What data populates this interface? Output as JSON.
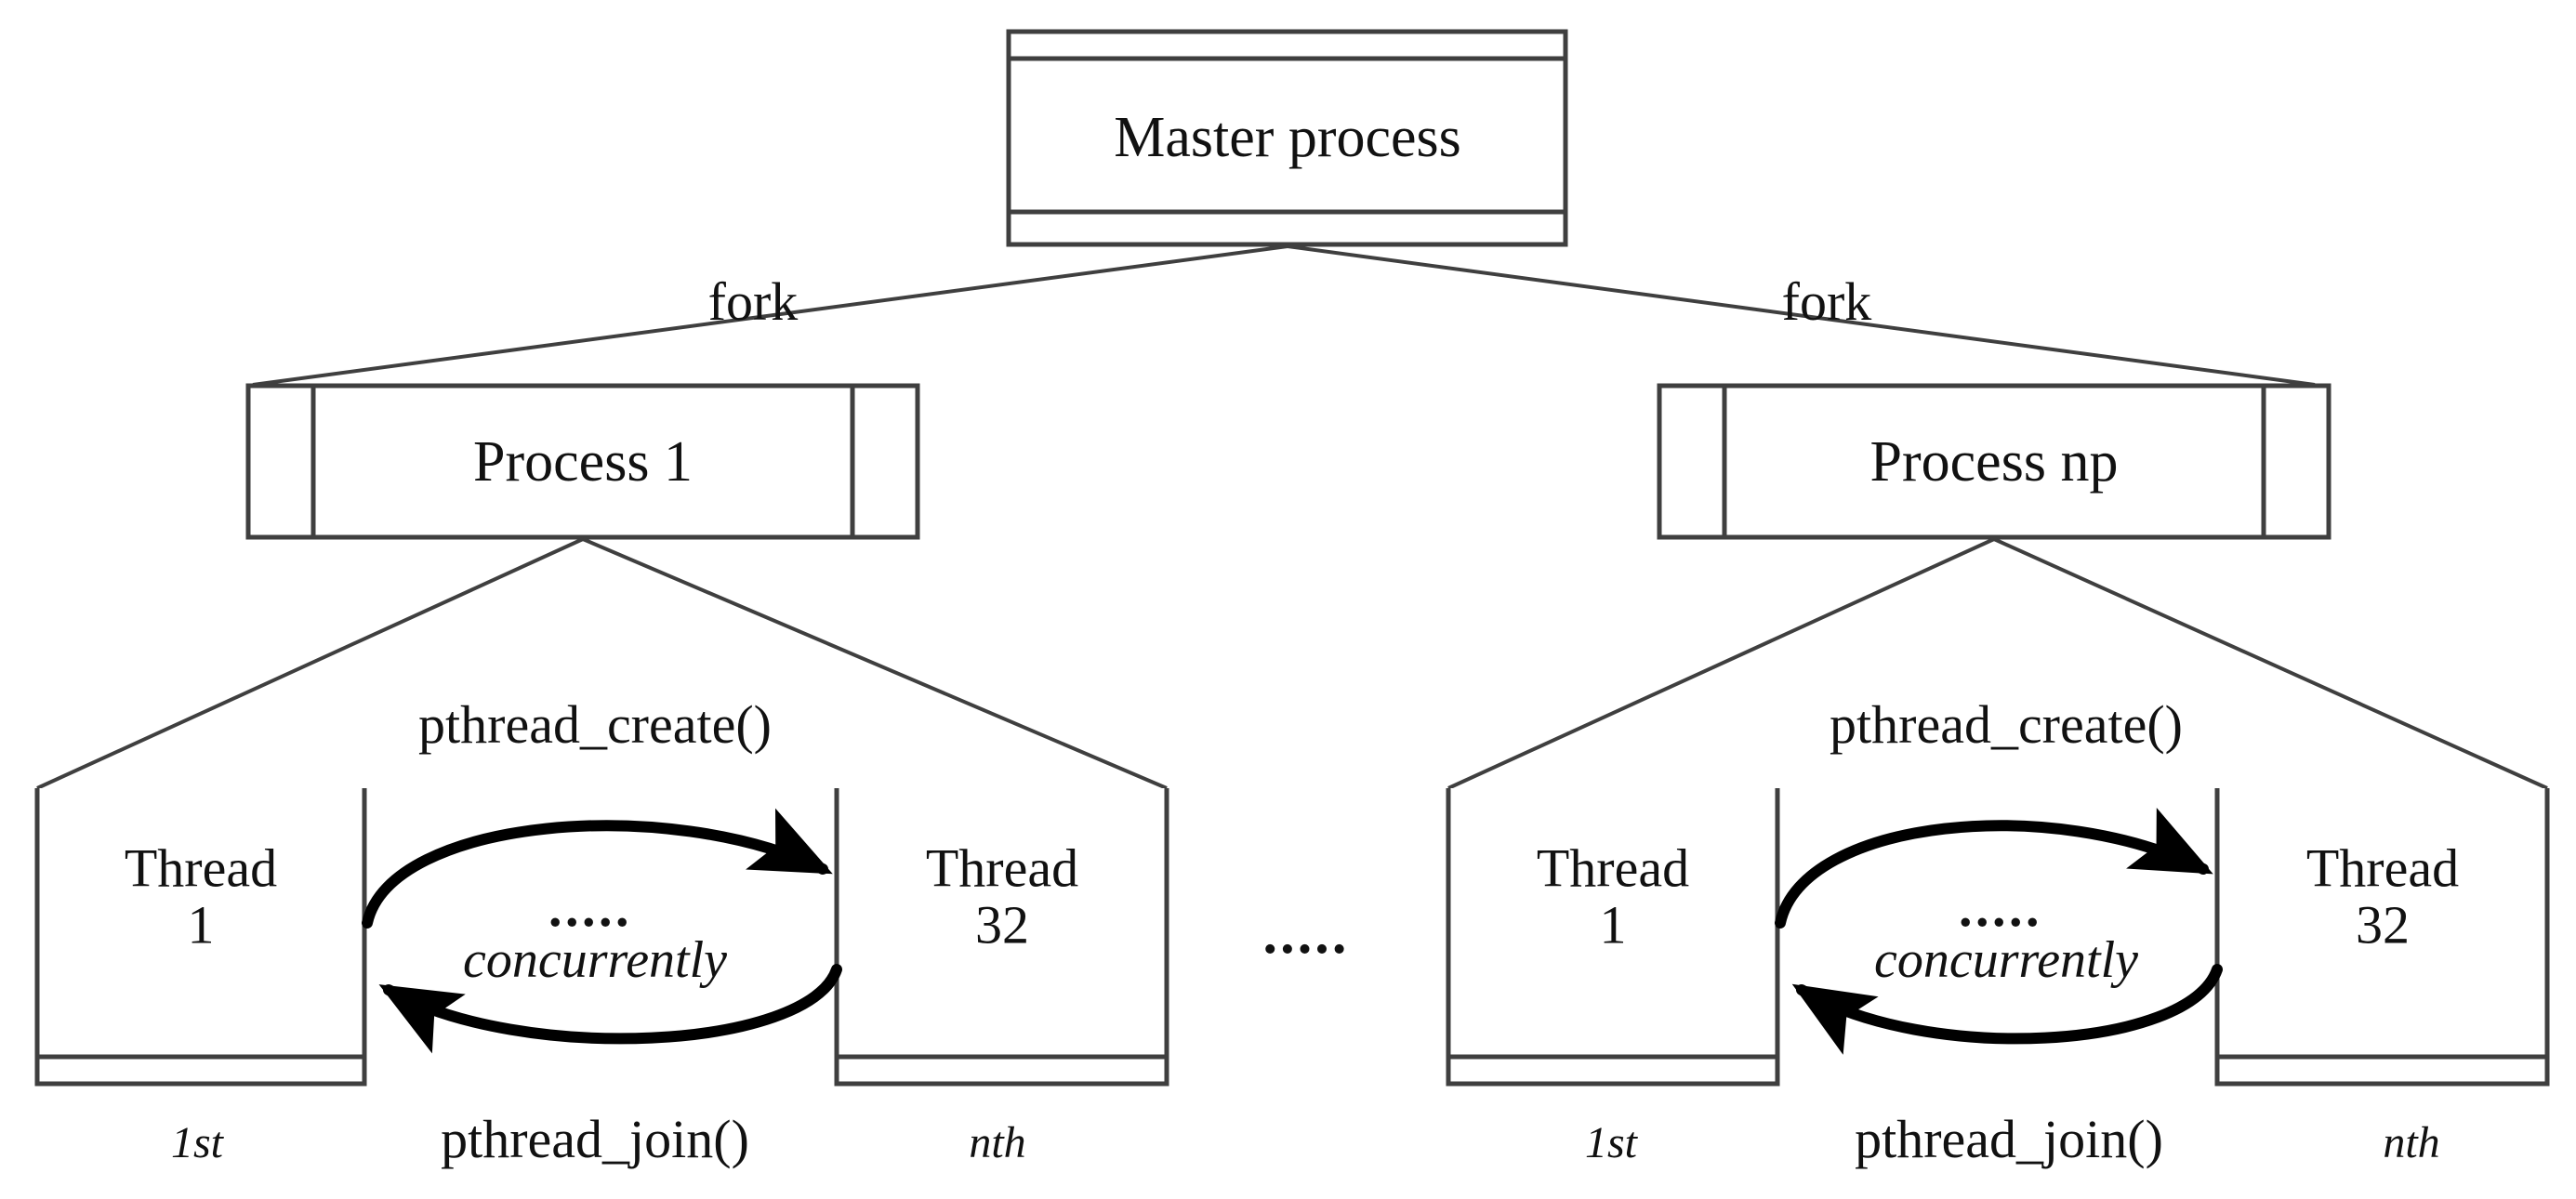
{
  "diagram": {
    "title": "Master process fork / pthread hierarchy",
    "colors": {
      "stroke": "#3f3f3f",
      "thick_stroke": "#000000",
      "text": "#111111",
      "background": "#ffffff"
    },
    "master": {
      "label": "Master process"
    },
    "fork_edges": [
      {
        "label": "fork"
      },
      {
        "label": "fork"
      }
    ],
    "processes": [
      {
        "label": "Process 1",
        "create_label": "pthread_create()",
        "join_label": "pthread_join()",
        "concurrent_label": "concurrently",
        "loop_dots": ".....",
        "threads": [
          {
            "name": "Thread",
            "index": "1",
            "order": "1st"
          },
          {
            "name": "Thread",
            "index": "32",
            "order": "nth"
          }
        ]
      },
      {
        "label": "Process np",
        "create_label": "pthread_create()",
        "join_label": "pthread_join()",
        "concurrent_label": "concurrently",
        "loop_dots": ".....",
        "threads": [
          {
            "name": "Thread",
            "index": "1",
            "order": "1st"
          },
          {
            "name": "Thread",
            "index": "32",
            "order": "nth"
          }
        ]
      }
    ],
    "group_separator": {
      "dots": "....."
    }
  }
}
